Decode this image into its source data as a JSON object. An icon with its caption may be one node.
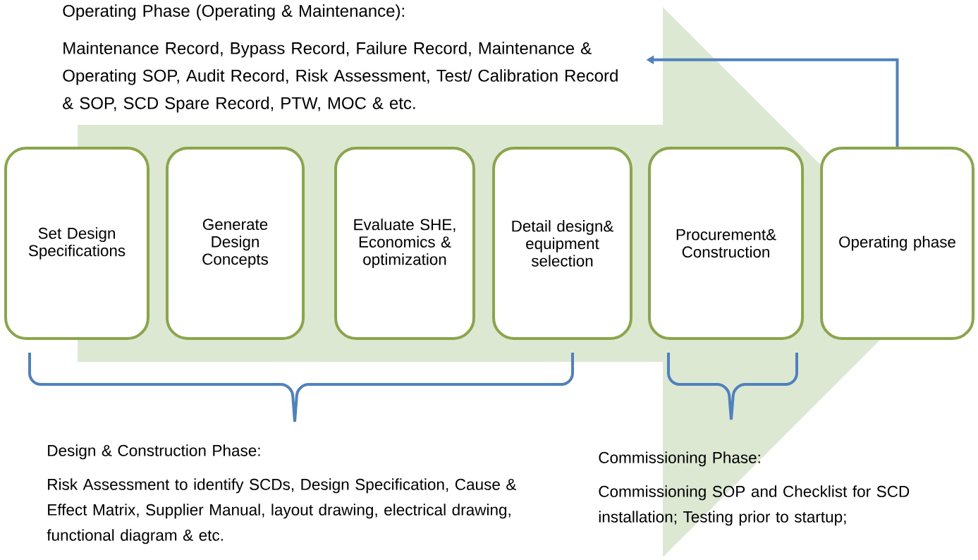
{
  "diagram": {
    "nodes": [
      {
        "text": [
          "Set Design Specifications"
        ]
      },
      {
        "text": [
          "Generate Design Concepts"
        ]
      },
      {
        "text": [
          "Evaluate SHE, Economics & optimization"
        ]
      },
      {
        "text": [
          "Detail design&equipment selection"
        ]
      },
      {
        "text": [
          "Procurement&Construction"
        ]
      },
      {
        "text": [
          "Operating phase"
        ]
      },
      {
        "text": [
          "Operating Phase (Operating & Maintenance):",
          "Maintenance Record, Bypass Record, Failure Record, Maintenance & Operating SOP, Audit Record, Risk Assessment, Test/ Calibration Record & SOP, SCD Spare Record, PTW, MOC & etc."
        ]
      },
      {
        "text": [
          "Design & Construction Phase:",
          "Risk Assessment to identify SCDs, Design Specification, Cause & Effect Matrix, Supplier Manual, layout drawing, electrical drawing, functional diagram & etc."
        ]
      },
      {
        "text": [
          "Commissioning Phase:",
          "Commissioning SOP and Checklist for SCD installation; Testing prior to startup;"
        ]
      }
    ],
    "edges": [
      {
        "from": 5,
        "to": 6,
        "arrow": "to"
      },
      {
        "from": 0,
        "to": 5,
        "arrow": "to",
        "style": "thick",
        "color": "#dde8d3"
      }
    ]
  }
}
